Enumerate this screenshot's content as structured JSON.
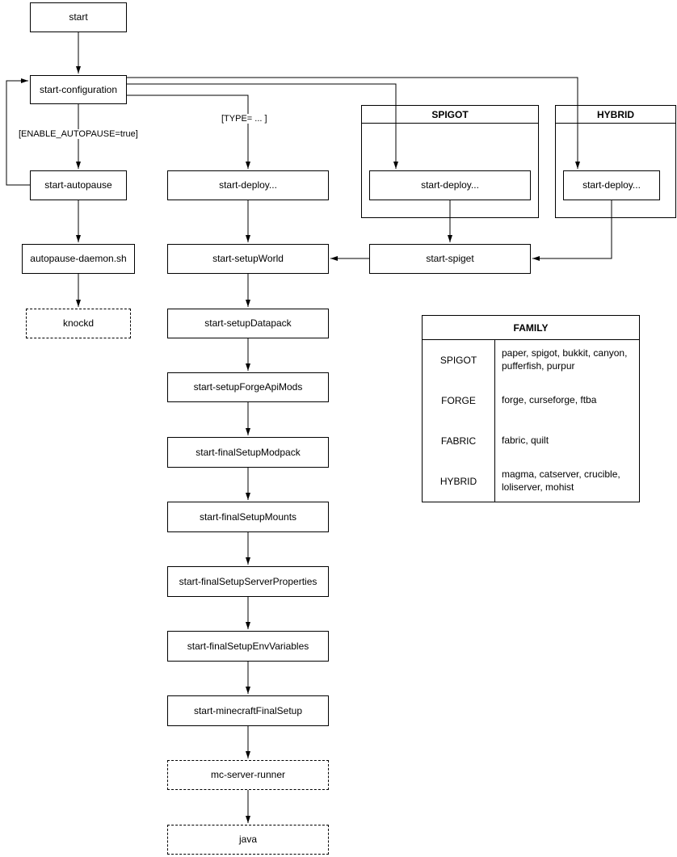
{
  "diagram": {
    "nodes": {
      "start": "start",
      "start_configuration": "start-configuration",
      "start_autopause": "start-autopause",
      "autopause_daemon": "autopause-daemon.sh",
      "knockd": "knockd",
      "deploy_type": "start-deploy...",
      "deploy_spigot": "start-deploy...",
      "deploy_hybrid": "start-deploy...",
      "start_spiget": "start-spiget",
      "start_setupWorld": "start-setupWorld",
      "start_setupDatapack": "start-setupDatapack",
      "start_setupForgeApiMods": "start-setupForgeApiMods",
      "start_finalSetupModpack": "start-finalSetupModpack",
      "start_finalSetupMounts": "start-finalSetupMounts",
      "start_finalSetupServerProperties": "start-finalSetupServerProperties",
      "start_finalSetupEnvVariables": "start-finalSetupEnvVariables",
      "start_minecraftFinalSetup": "start-minecraftFinalSetup",
      "mc_server_runner": "mc-server-runner",
      "java": "java"
    },
    "groups": {
      "spigot": "SPIGOT",
      "hybrid": "HYBRID"
    },
    "edge_labels": {
      "autopause_condition": "[ENABLE_AUTOPAUSE=true]",
      "type_condition": "[TYPE= ... ]"
    },
    "family_table": {
      "title": "FAMILY",
      "rows": [
        {
          "family": "SPIGOT",
          "servers": "paper, spigot, bukkit, canyon, pufferfish, purpur"
        },
        {
          "family": "FORGE",
          "servers": "forge, curseforge, ftba"
        },
        {
          "family": "FABRIC",
          "servers": "fabric, quilt"
        },
        {
          "family": "HYBRID",
          "servers": "magma, catserver, crucible, loliserver, mohist"
        }
      ]
    },
    "colors": {
      "line": "#000000",
      "background": "#ffffff"
    }
  }
}
